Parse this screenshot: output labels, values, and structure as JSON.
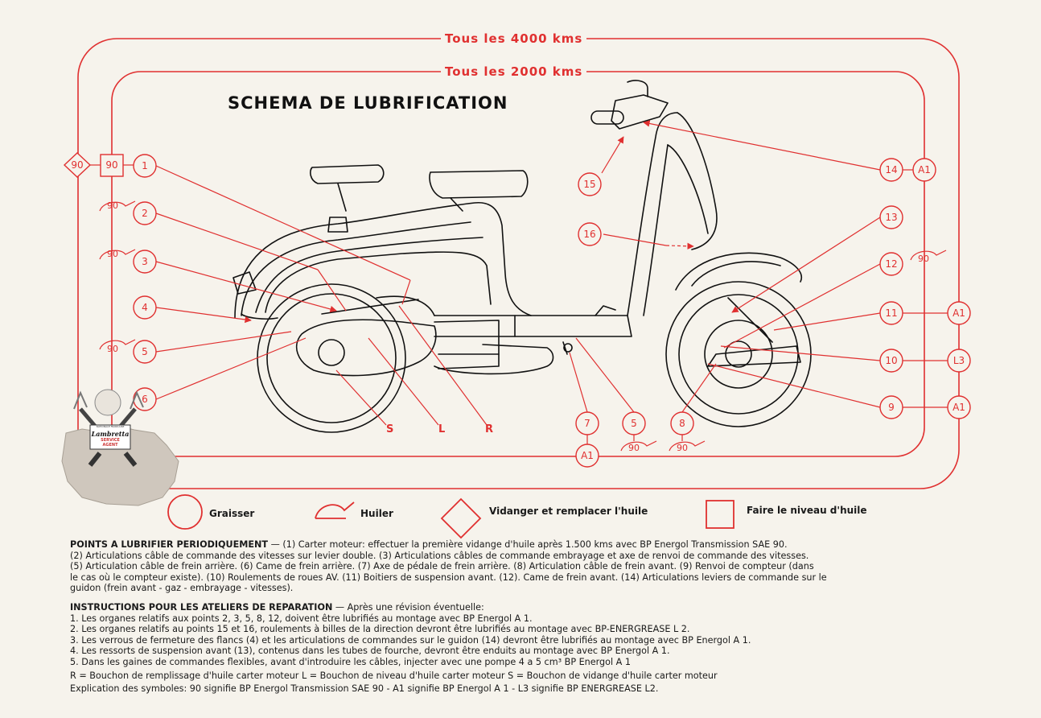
{
  "header": {
    "top_label": "Tous les 4000 kms",
    "inner_label": "Tous les 2000 kms",
    "title": "SCHEMA DE LUBRIFICATION"
  },
  "colors": {
    "accent": "#e03030",
    "ink": "#1a1a1a",
    "paper": "#f6f3ec"
  },
  "left_symbols": {
    "diamond": "90",
    "square": "90"
  },
  "points": {
    "p1": "1",
    "p2": "2",
    "p3": "3",
    "p4": "4",
    "p5": "5",
    "p6": "6",
    "p7": "7",
    "p8": "8",
    "p9": "9",
    "p10": "10",
    "p11": "11",
    "p12": "12",
    "p13": "13",
    "p14": "14",
    "p15": "15",
    "p16": "16",
    "p5b": "5"
  },
  "oiler_value": "90",
  "lubricants": {
    "a1": "A1",
    "l3": "L3"
  },
  "letters": {
    "s": "S",
    "l": "L",
    "r": "R"
  },
  "badge": {
    "brand": "Lambretta",
    "line1": "SERVICE",
    "line2": "AGENT",
    "small": "NATIONALE FRANCAISE"
  },
  "legend": {
    "grease": "Graisser",
    "oil": "Huiler",
    "drain": "Vidanger et remplacer l'huile",
    "level": "Faire le niveau d'huile"
  },
  "text": {
    "points_head": "POINTS A LUBRIFIER PERIODIQUEMENT",
    "points_line1": " — (1) Carter moteur: effectuer la première vidange d'huile après 1.500 kms avec BP Energol Transmission SAE 90.",
    "points_line2": "(2) Articulations câble de commande des vitesses sur levier double. (3) Articulations câbles de commande embrayage et axe de renvoi de commande des vitesses.",
    "points_line3": "(5) Articulation câble de frein arrière. (6) Came de frein arrière. (7) Axe de pédale de frein arrière. (8) Articulation câble de frein avant. (9) Renvoi de compteur (dans",
    "points_line4": "le cas où le compteur existe). (10) Roulements de roues AV. (11) Boitiers de suspension avant. (12). Came de frein avant. (14) Articulations leviers de commande sur le",
    "points_line5": "guidon (frein avant - gaz - embrayage - vitesses).",
    "instr_head": "INSTRUCTIONS POUR LES ATELIERS DE REPARATION",
    "instr_intro": " — Après une révision éventuelle:",
    "instr_1": "1.  Les organes relatifs aux points 2, 3, 5, 8, 12, doivent être lubrifiés au montage avec BP Energol A 1.",
    "instr_2": "2.  Les organes relatifs au points 15 et 16, roulements à billes de la direction devront être lubrifiés au montage avec BP-ENERGREASE L 2.",
    "instr_3": "3.  Les verrous de fermeture des flancs (4) et les articulations de commandes sur le guidon (14) devront être lubrifiés au montage avec BP Energol A 1.",
    "instr_4": "4.  Les ressorts de suspension avant (13), contenus dans les tubes de fourche, devront être enduits au montage avec BP Energol A 1.",
    "instr_5": "5.  Dans les gaines de commandes flexibles, avant d'introduire les câbles, injecter avec une pompe 4 a 5 cm³ BP Energol A 1",
    "bouchons": "R = Bouchon de remplissage d'huile carter moteur        L = Bouchon de niveau d'huile carter moteur        S = Bouchon de vidange d'huile carter moteur",
    "symbols": "Explication des symboles: 90 signifie BP Energol Transmission SAE 90 - A1 signifie BP Energol A 1 - L3 signifie BP ENERGREASE L2."
  }
}
